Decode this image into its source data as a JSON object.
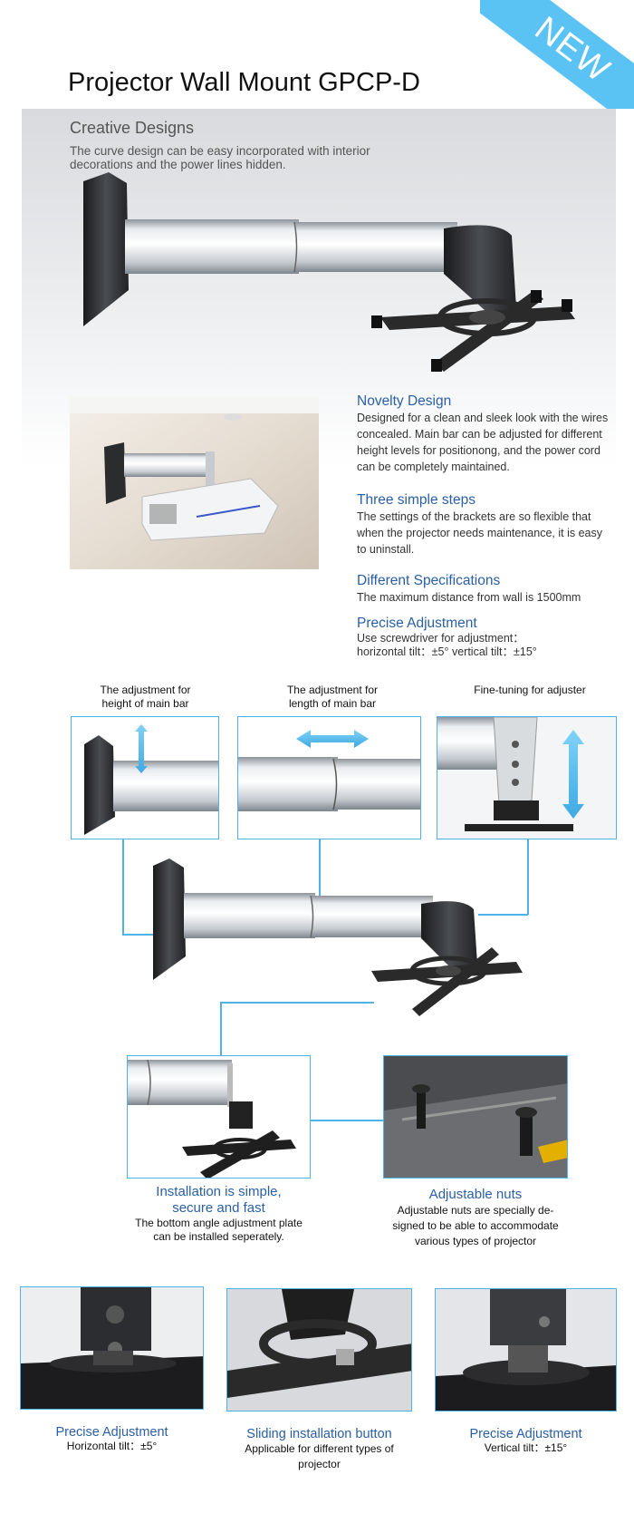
{
  "badge": {
    "text": "NEW"
  },
  "title": "Projector Wall Mount GPCP-D",
  "creative": {
    "title": "Creative Designs",
    "body_line1": "The curve design can be easy incorporated with interior",
    "body_line2": "decorations and the power lines hidden."
  },
  "features": [
    {
      "title": "Novelty Design",
      "lines": [
        "Designed for a clean and sleek look with the wires",
        "concealed. Main bar can be adjusted for different",
        "height levels for positionong, and the power cord",
        "can be completely maintained."
      ]
    },
    {
      "title": "Three simple steps",
      "lines": [
        "The settings of the brackets are so flexible that",
        "when the projector needs maintenance, it is easy",
        "to uninstall."
      ]
    },
    {
      "title": "Different Specifications",
      "lines": [
        "The maximum distance from wall is 1500mm"
      ]
    },
    {
      "title": "Precise Adjustment",
      "lines": [
        "Use screwdriver for adjustment：",
        "horizontal tilt：±5°   vertical tilt：±15°"
      ]
    }
  ],
  "adjust": [
    {
      "line1": "The adjustment for",
      "line2": "height of main bar"
    },
    {
      "line1": "The adjustment for",
      "line2": "length of main bar"
    },
    {
      "line1": "Fine-tuning for adjuster",
      "line2": ""
    }
  ],
  "install": {
    "title_line1": "Installation is simple,",
    "title_line2": "secure and fast",
    "body_line1": "The bottom angle adjustment plate",
    "body_line2": "can be installed seperately."
  },
  "nuts": {
    "title": "Adjustable nuts",
    "body_line1": "Adjustable nuts are specially de-",
    "body_line2": "signed to be able to accommodate",
    "body_line3": "various types of projector"
  },
  "bottom": [
    {
      "title": "Precise Adjustment",
      "line1": "Horizontal tilt：±5°",
      "line2": ""
    },
    {
      "title": "Sliding installation button",
      "line1": "Applicable for different types of",
      "line2": "projector"
    },
    {
      "title": "Precise Adjustment",
      "line1": "Vertical tilt：±15°",
      "line2": ""
    }
  ],
  "colors": {
    "accent_blue": "#4fb3ea",
    "title_blue": "#2a5fa5",
    "badge": "#5bc2f4"
  }
}
